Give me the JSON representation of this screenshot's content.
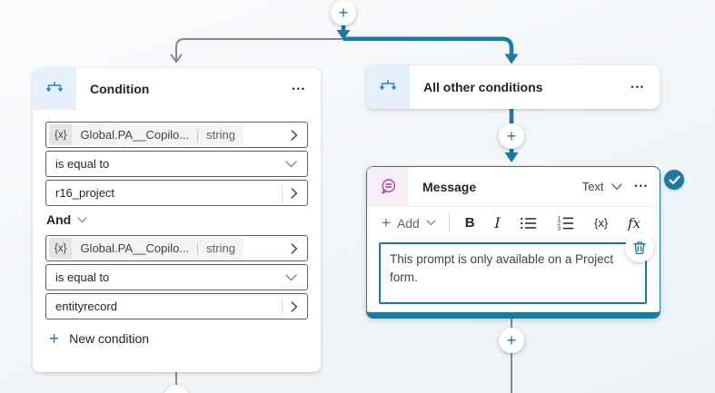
{
  "colors": {
    "teal_accent": "#1B7A9E",
    "branch_icon_blue": "#2E7FD4",
    "branch_icon_bg": "#E7F1FB",
    "message_icon_magenta": "#B03F9D",
    "message_icon_bg": "#F8EFF6",
    "connector_gray": "#8A8886",
    "field_border": "#5F5E5C"
  },
  "icons": {
    "plus": "+",
    "more": "•••",
    "variable_token": "{x}"
  },
  "condition_node": {
    "title": "Condition",
    "rule1": {
      "variable": "Global.PA__Copilo...",
      "type": "string",
      "operator": "is equal to",
      "value": "r16_project"
    },
    "conjunction": "And",
    "rule2": {
      "variable": "Global.PA__Copilo...",
      "type": "string",
      "operator": "is equal to",
      "value": "entityrecord"
    },
    "new_condition_label": "New condition"
  },
  "else_node": {
    "title": "All other conditions"
  },
  "message_node": {
    "title": "Message",
    "type_label": "Text",
    "toolbar": {
      "add_label": "Add",
      "bold": "B",
      "italic": "I",
      "variable": "{x}",
      "formula": "fx"
    },
    "body_text": "This prompt is only available on a Project form."
  }
}
